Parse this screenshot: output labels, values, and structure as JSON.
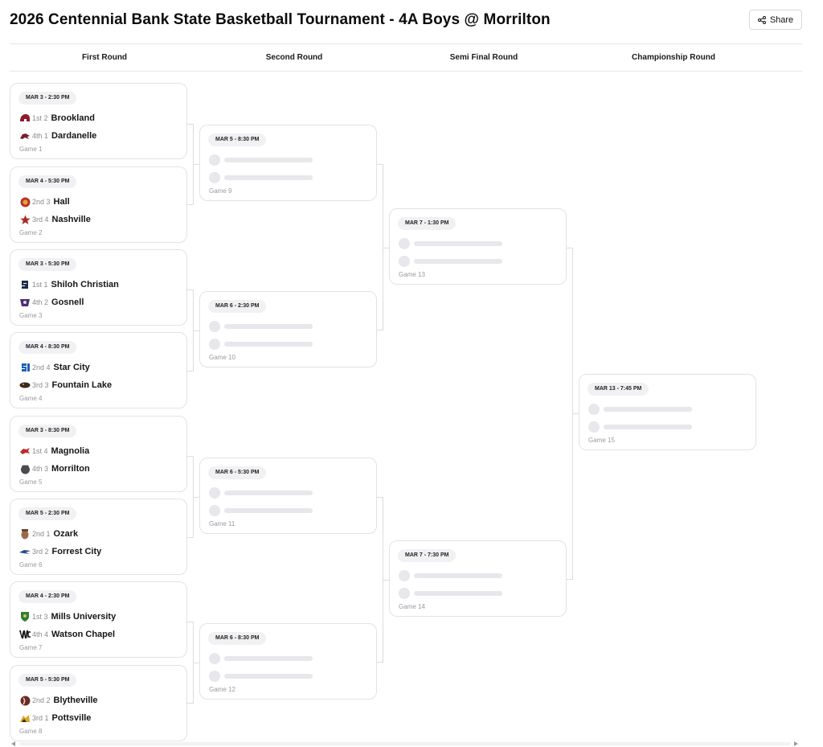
{
  "title": "2026 Centennial Bank State Basketball Tournament - 4A Boys @ Morrilton",
  "share_label": "Share",
  "rounds": [
    "First Round",
    "Second Round",
    "Semi Final Round",
    "Championship Round"
  ],
  "first_round": [
    {
      "date": "MAR 3 - 2:30 PM",
      "game": "Game 1",
      "team1": {
        "seed": "1st 2",
        "name": "Brookland",
        "icon": "helmet-icon"
      },
      "team2": {
        "seed": "4th 1",
        "name": "Dardanelle",
        "icon": "sand-lizard-icon"
      }
    },
    {
      "date": "MAR 4 - 5:30 PM",
      "game": "Game 2",
      "team1": {
        "seed": "2nd 3",
        "name": "Hall",
        "icon": "warrior-head-icon"
      },
      "team2": {
        "seed": "3rd 4",
        "name": "Nashville",
        "icon": "star-icon"
      }
    },
    {
      "date": "MAR 3 - 5:30 PM",
      "game": "Game 3",
      "team1": {
        "seed": "1st 1",
        "name": "Shiloh Christian",
        "icon": "sc-monogram-icon"
      },
      "team2": {
        "seed": "4th 2",
        "name": "Gosnell",
        "icon": "pirate-icon"
      }
    },
    {
      "date": "MAR 4 - 8:30 PM",
      "game": "Game 4",
      "team1": {
        "seed": "2nd 4",
        "name": "Star City",
        "icon": "sc-monogram-icon"
      },
      "team2": {
        "seed": "3rd 3",
        "name": "Fountain Lake",
        "icon": "cobra-icon"
      }
    },
    {
      "date": "MAR 3 - 8:30 PM",
      "game": "Game 5",
      "team1": {
        "seed": "1st 4",
        "name": "Magnolia",
        "icon": "panther-icon"
      },
      "team2": {
        "seed": "4th 3",
        "name": "Morrilton",
        "icon": "devil-dog-icon"
      }
    },
    {
      "date": "MAR 5 - 2:30 PM",
      "game": "Game 6",
      "team1": {
        "seed": "2nd 1",
        "name": "Ozark",
        "icon": "hillbilly-icon"
      },
      "team2": {
        "seed": "3rd 2",
        "name": "Forrest City",
        "icon": "mustang-icon"
      }
    },
    {
      "date": "MAR 4 - 2:30 PM",
      "game": "Game 7",
      "team1": {
        "seed": "1st 3",
        "name": "Mills University",
        "icon": "shield-icon"
      },
      "team2": {
        "seed": "4th 4",
        "name": "Watson Chapel",
        "icon": "wc-monogram-icon"
      }
    },
    {
      "date": "MAR 5 - 5:30 PM",
      "game": "Game 8",
      "team1": {
        "seed": "2nd 2",
        "name": "Blytheville",
        "icon": "chickasaw-icon"
      },
      "team2": {
        "seed": "3rd 1",
        "name": "Pottsville",
        "icon": "apache-icon"
      }
    }
  ],
  "second_round": [
    {
      "date": "MAR 5 - 8:30 PM",
      "game": "Game 9"
    },
    {
      "date": "MAR 6 - 2:30 PM",
      "game": "Game 10"
    },
    {
      "date": "MAR 6 - 5:30 PM",
      "game": "Game 11"
    },
    {
      "date": "MAR 6 - 8:30 PM",
      "game": "Game 12"
    }
  ],
  "semi_final": [
    {
      "date": "MAR 7 - 1:30 PM",
      "game": "Game 13"
    },
    {
      "date": "MAR 7 - 7:30 PM",
      "game": "Game 14"
    }
  ],
  "championship": [
    {
      "date": "MAR 13 - 7:45 PM",
      "game": "Game 15"
    }
  ],
  "colors": {
    "card_border": "#e3e3e8",
    "pill_bg": "#f1f1f4",
    "placeholder": "#e7e7ec",
    "connector": "#dcdce2"
  }
}
